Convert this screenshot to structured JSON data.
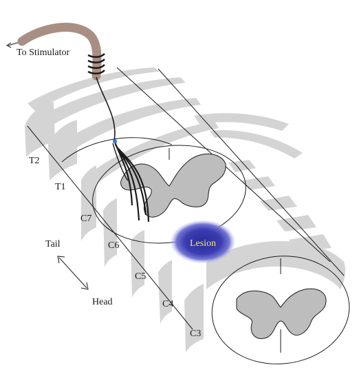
{
  "labels": {
    "stimulator": "To Stimulator",
    "lesion": "Lesion",
    "tail": "Tail",
    "head": "Head"
  },
  "segments": [
    "T2",
    "T1",
    "C7",
    "C6",
    "C5",
    "C4",
    "C3"
  ],
  "colors": {
    "background": "#ffffff",
    "bone": "#d4d4d4",
    "gray_matter": "#bdbdbd",
    "cable": "#a98f83",
    "lesion_core": "#2b2c9a",
    "lesion_edge": "#9fa1e2",
    "lesion_text": "#f2e96e",
    "ink": "#1a1a1a"
  }
}
